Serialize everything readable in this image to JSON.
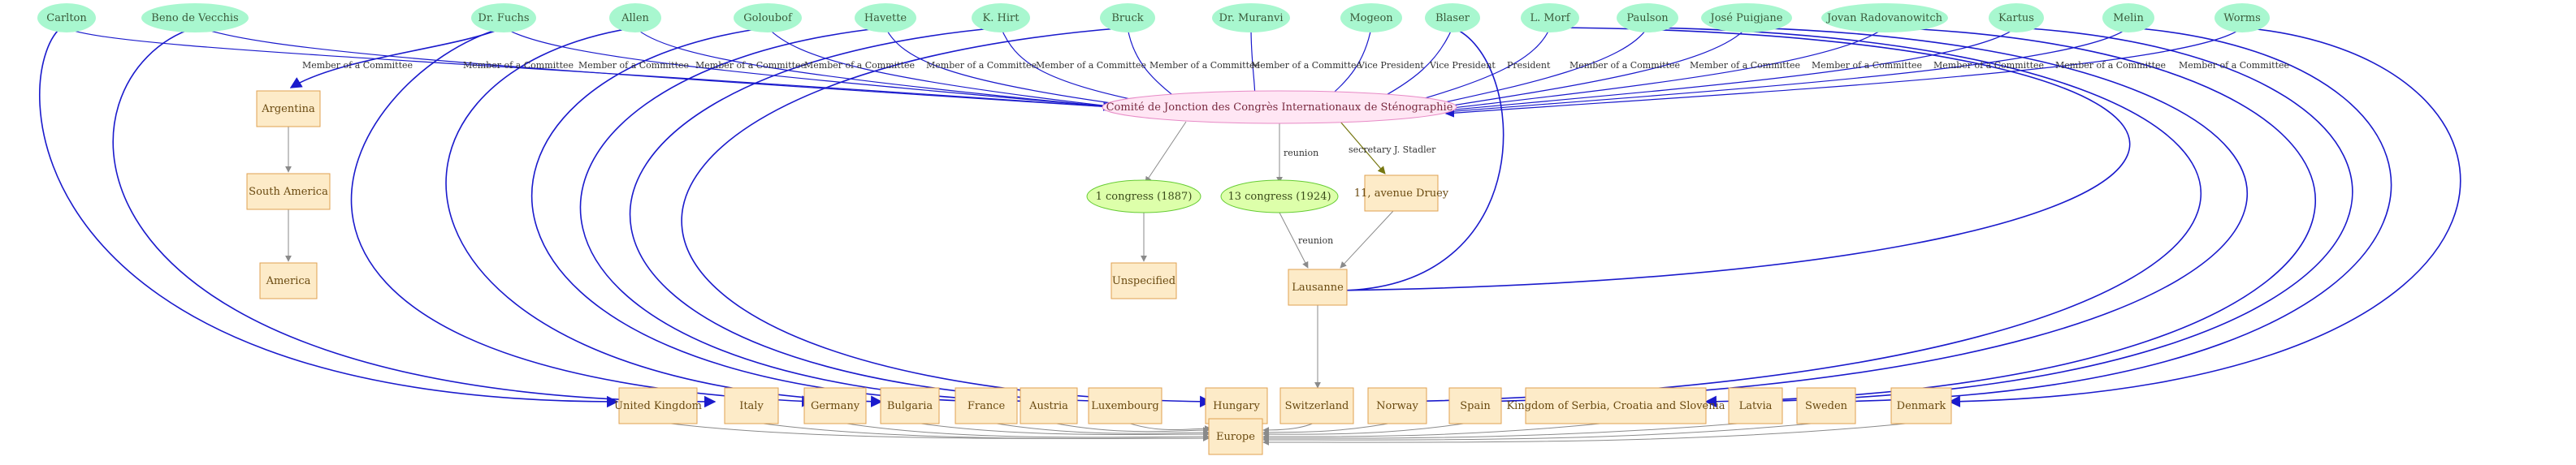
{
  "colors": {
    "person_fill": "#a8f7cf",
    "org_fill": "#ffe6f4",
    "org_stroke": "#e78ac6",
    "event_fill": "#ddffaa",
    "event_stroke": "#66cc33",
    "place_fill": "#fdebc8",
    "place_stroke": "#e0a050",
    "member_edge": "#1a1acc",
    "plain_edge": "#8a8a8a",
    "secretary_edge": "#777711"
  },
  "nodes": {
    "carlton": "Carlton",
    "beno": "Beno  de Vecchis",
    "fuchs": "Dr. Fuchs",
    "allen": "Allen",
    "golouboff": "Goloubof",
    "havette": "Havette",
    "hirt": "K.  Hirt",
    "bruck": "Bruck",
    "muranvi": "Dr. Muranvi",
    "mogeon": "Mogeon",
    "blaser": "Blaser",
    "morf": "L.  Morf",
    "paulson": "Paulson",
    "puigjane": "José Puigjane",
    "radovanovitch": "Jovan Radovanowitch",
    "kartus": "Kartus",
    "melin": "Melin",
    "worms": "Worms",
    "comite": "Comité de Jonction des Congrès Internationaux de Sténographie",
    "congres1": "1 congress (1887)",
    "congres13": "13 congress (1924)",
    "avenue": "11, avenue Druey",
    "argentina": "Argentina",
    "south_america": "South America",
    "america": "America",
    "unspecified": "Unspecified",
    "lausanne": "Lausanne",
    "united_kingdom": "United Kingdom",
    "italy": "Italy",
    "germany": "Germany",
    "bulgaria": "Bulgaria",
    "france": "France",
    "austria": "Austria",
    "luxembourg": "Luxembourg",
    "hungary": "Hungary",
    "switzerland": "Switzerland",
    "norway": "Norway",
    "spain": "Spain",
    "serbia": "Kingdom of Serbia, Croatia and Slovenia",
    "latvia": "Latvia",
    "sweden": "Sweden",
    "denmark": "Denmark",
    "europe": "Europe"
  },
  "edge_labels": {
    "member": "Member of a Committee",
    "vice_president": "Vice President",
    "president": "President",
    "reunion": "reunion",
    "secretary": "secretary J. Stadler"
  }
}
